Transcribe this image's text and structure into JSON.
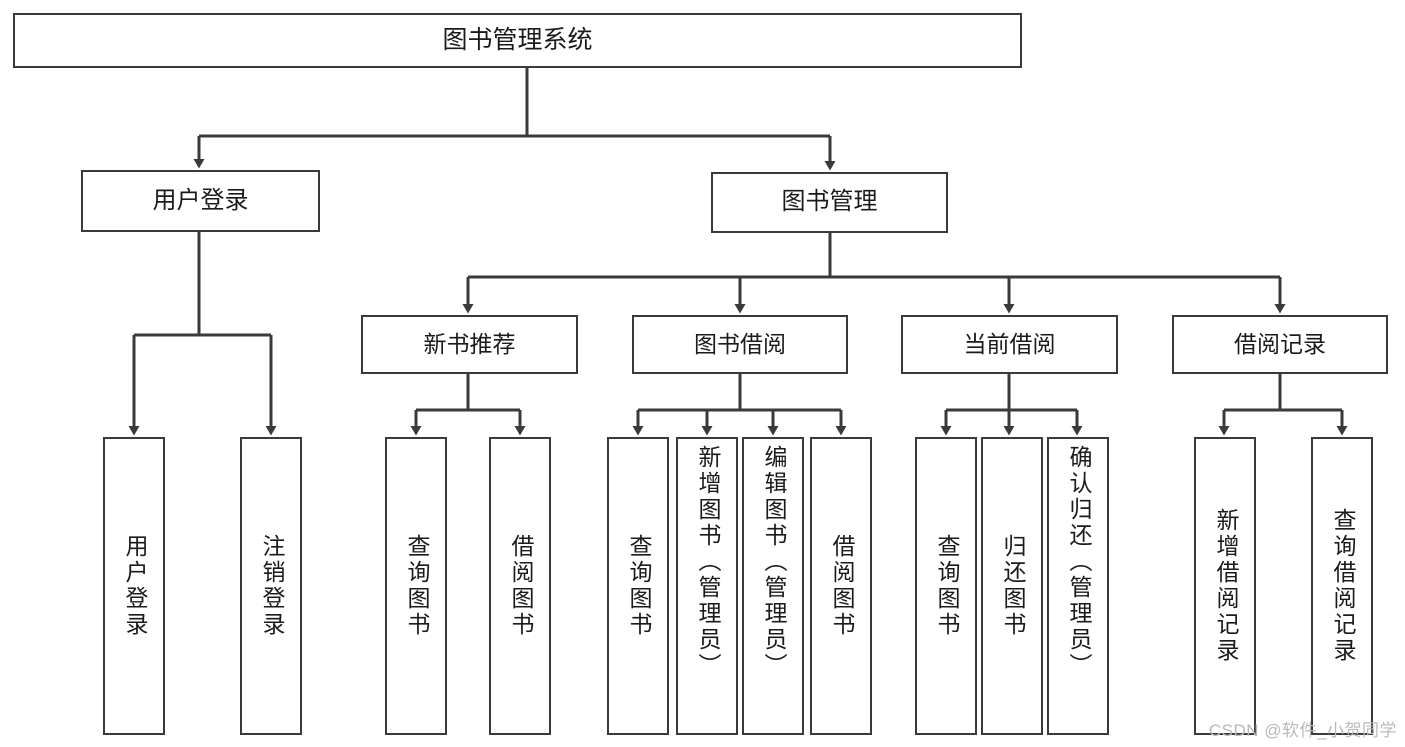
{
  "diagram": {
    "type": "tree-hierarchy",
    "title": "图书管理系统",
    "watermark": "CSDN @软件_小贺同学",
    "colors": {
      "stroke": "#3a3a3a",
      "fill": "#ffffff",
      "text": "#1b1b1b",
      "watermark": "#b9b9b9"
    },
    "levels": {
      "root": {
        "label": "图书管理系统"
      },
      "level2": [
        {
          "label": "用户登录"
        },
        {
          "label": "图书管理"
        }
      ],
      "level3": [
        {
          "label": "新书推荐"
        },
        {
          "label": "图书借阅"
        },
        {
          "label": "当前借阅"
        },
        {
          "label": "借阅记录"
        }
      ],
      "leaves": {
        "user_login": [
          {
            "label": "用户登录"
          },
          {
            "label": "注销登录"
          }
        ],
        "new_book": [
          {
            "label": "查询图书"
          },
          {
            "label": "借阅图书"
          }
        ],
        "borrow": [
          {
            "label": "查询图书"
          },
          {
            "label": "新增图书（管理员）"
          },
          {
            "label": "编辑图书（管理员）"
          },
          {
            "label": "借阅图书"
          }
        ],
        "current": [
          {
            "label": "查询图书"
          },
          {
            "label": "归还图书"
          },
          {
            "label": "确认归还（管理员）"
          }
        ],
        "records": [
          {
            "label": "新增借阅记录"
          },
          {
            "label": "查询借阅记录"
          }
        ]
      }
    }
  }
}
